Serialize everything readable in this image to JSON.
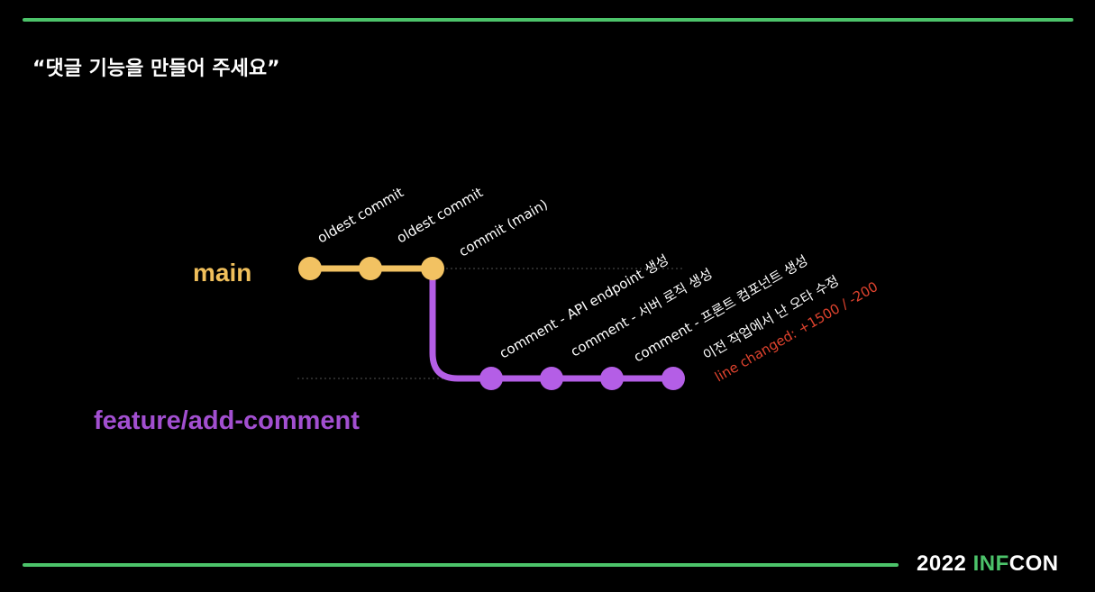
{
  "slide": {
    "quote": "“댓글 기능을 만들어 주세요”"
  },
  "colors": {
    "accent_green": "#4cc36a",
    "main_branch": "#f2c262",
    "feature_branch": "#b45ee6",
    "feature_label": "#a24fd0",
    "main_label": "#f0bf5b",
    "stat_red": "#e0432e",
    "dotted_line": "#555555"
  },
  "branches": {
    "main": {
      "name": "main",
      "commits": [
        {
          "label": "oldest commit"
        },
        {
          "label": "oldest commit"
        },
        {
          "label": "commit (main)"
        }
      ]
    },
    "feature": {
      "name": "feature/add-comment",
      "commits": [
        {
          "label": "comment -  API endpoint 생성"
        },
        {
          "label": "comment - 서버 로직 생성"
        },
        {
          "label": "comment - 프론트 컴포넌트 생성"
        },
        {
          "label": "이전 작업에서 난 오타 수정"
        }
      ],
      "stats": "line changed: +1500 / -200"
    }
  },
  "brand": {
    "year": "2022",
    "inf": "INF",
    "con": "CON"
  }
}
